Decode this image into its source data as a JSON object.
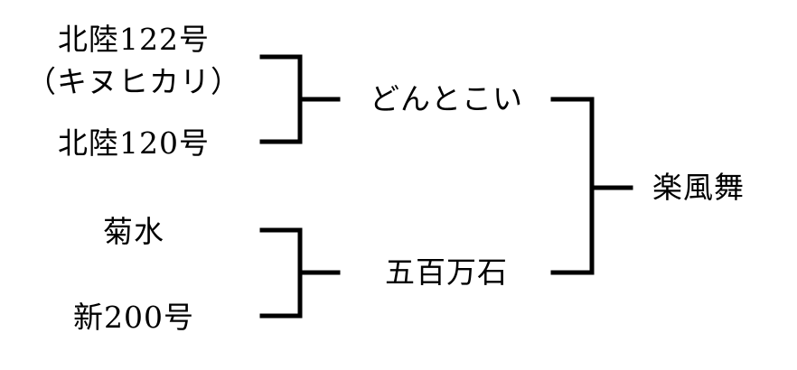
{
  "parents": {
    "hokuriku122": {
      "name": "北陸122号",
      "alias": "（キヌヒカリ）"
    },
    "hokuriku120": {
      "name": "北陸120号"
    },
    "kikusui": {
      "name": "菊水"
    },
    "shin200": {
      "name": "新200号"
    }
  },
  "children": {
    "dontokoi": {
      "name": "どんとこい"
    },
    "gohyakumangoku": {
      "name": "五百万石"
    }
  },
  "offspring": {
    "name": "楽風舞"
  },
  "line_color": "#000000"
}
